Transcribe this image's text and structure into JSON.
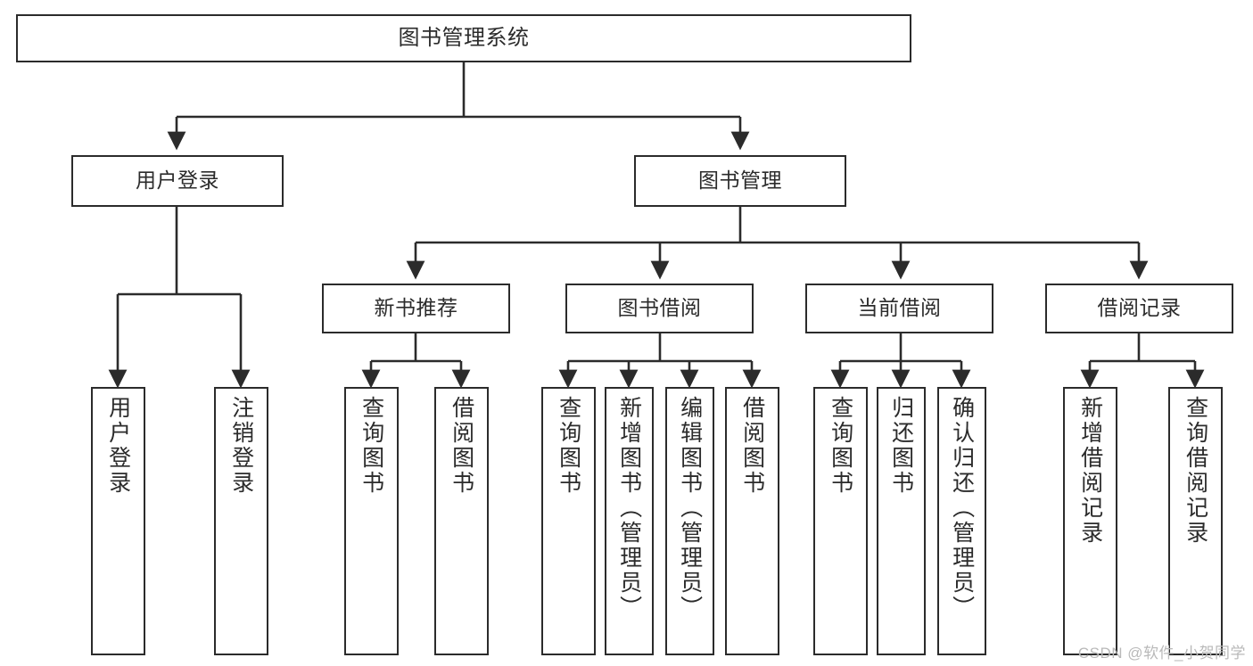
{
  "diagram": {
    "type": "hierarchy-tree",
    "title": "图书管理系统",
    "orientation": "top-down",
    "box_border_color": "#2b2b2b",
    "box_fill_color": "#ffffff",
    "connector_color": "#2b2b2b",
    "background_color": "#ffffff"
  },
  "nodes": {
    "root": {
      "label": "图书管理系统",
      "level": 0
    },
    "level1": [
      {
        "id": "user-login",
        "label": "用户登录"
      },
      {
        "id": "book-manage",
        "label": "图书管理"
      }
    ],
    "level2": [
      {
        "id": "new-book-recommend",
        "label": "新书推荐",
        "parent": "book-manage"
      },
      {
        "id": "book-borrow",
        "label": "图书借阅",
        "parent": "book-manage"
      },
      {
        "id": "current-borrow",
        "label": "当前借阅",
        "parent": "book-manage"
      },
      {
        "id": "borrow-record",
        "label": "借阅记录",
        "parent": "book-manage"
      }
    ],
    "leaves": [
      {
        "id": "leaf-user-login",
        "label": "用户登录",
        "parent": "user-login"
      },
      {
        "id": "leaf-user-logout",
        "label": "注销登录",
        "parent": "user-login"
      },
      {
        "id": "leaf-query-book-1",
        "label": "查询图书",
        "parent": "new-book-recommend"
      },
      {
        "id": "leaf-borrow-book-1",
        "label": "借阅图书",
        "parent": "new-book-recommend"
      },
      {
        "id": "leaf-query-book-2",
        "label": "查询图书",
        "parent": "book-borrow"
      },
      {
        "id": "leaf-add-book",
        "label": "新增图书（管理员）",
        "parent": "book-borrow"
      },
      {
        "id": "leaf-edit-book",
        "label": "编辑图书（管理员）",
        "parent": "book-borrow"
      },
      {
        "id": "leaf-borrow-book-2",
        "label": "借阅图书",
        "parent": "book-borrow"
      },
      {
        "id": "leaf-query-book-3",
        "label": "查询图书",
        "parent": "current-borrow"
      },
      {
        "id": "leaf-return-book",
        "label": "归还图书",
        "parent": "current-borrow"
      },
      {
        "id": "leaf-confirm-return",
        "label": "确认归还（管理员）",
        "parent": "current-borrow"
      },
      {
        "id": "leaf-add-record",
        "label": "新增借阅记录",
        "parent": "borrow-record"
      },
      {
        "id": "leaf-query-record",
        "label": "查询借阅记录",
        "parent": "borrow-record"
      }
    ]
  },
  "watermark": {
    "text": "CSDN @软件_小贺同学"
  }
}
